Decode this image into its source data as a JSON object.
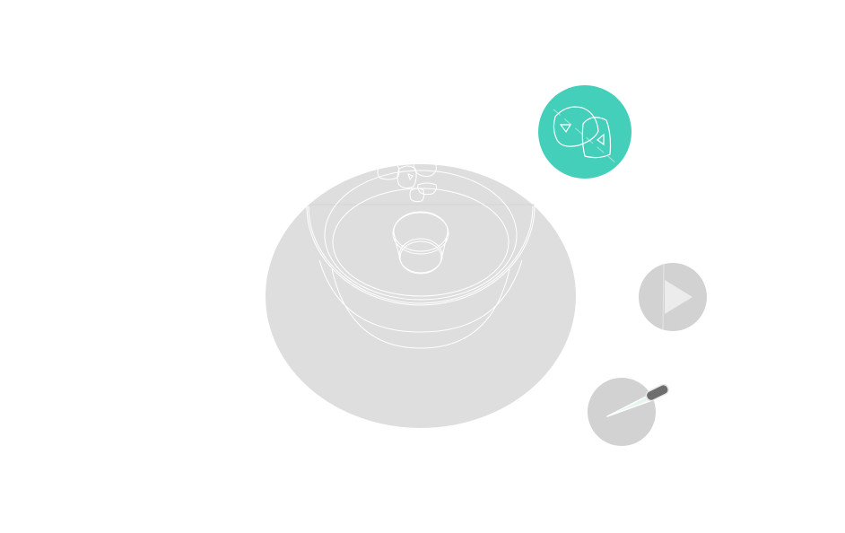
{
  "colors": {
    "background": "#ffffff",
    "stage": "#dedede",
    "line": "#ffffff",
    "accent": "#44cfbb",
    "tool_bg": "#d2d2d2",
    "play_glyph": "#ececec",
    "dropper_bulb": "#6e6e6e",
    "dropper_glass": "#e4f7ec"
  },
  "tools": [
    {
      "name": "ice-cubes",
      "icon": "ice-cubes-icon",
      "active": true
    },
    {
      "name": "play",
      "icon": "play-icon",
      "active": false
    },
    {
      "name": "dropper",
      "icon": "dropper-icon",
      "active": false
    }
  ]
}
